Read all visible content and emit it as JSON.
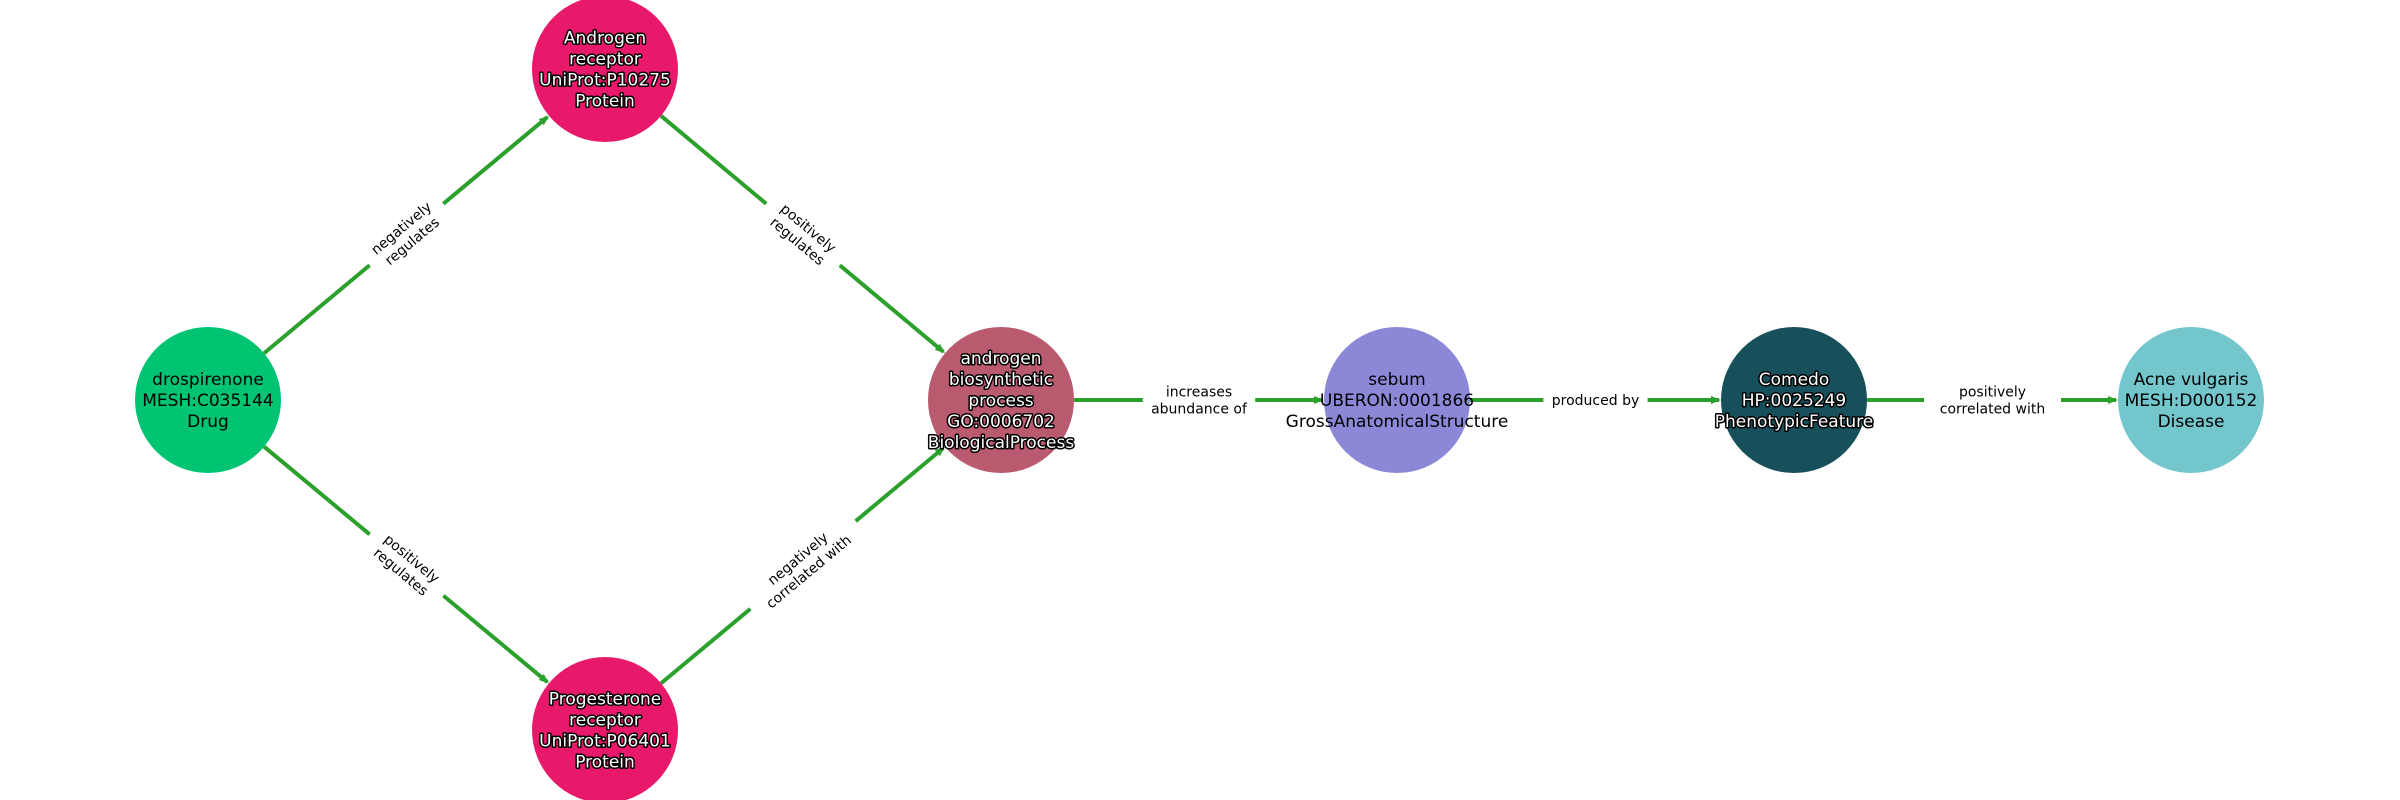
{
  "graph": {
    "edge_color": "#2ca02c",
    "nodes": [
      {
        "id": "drospirenone",
        "lines": [
          "drospirenone",
          "MESH:C035144",
          "Drug"
        ],
        "color": "#00c472",
        "text_style": "plain"
      },
      {
        "id": "ar",
        "lines": [
          "Androgen",
          "receptor",
          "UniProt:P10275",
          "Protein"
        ],
        "color": "#e8196a",
        "text_style": "outlined"
      },
      {
        "id": "pr",
        "lines": [
          "Progesterone",
          "receptor",
          "UniProt:P06401",
          "Protein"
        ],
        "color": "#e8196a",
        "text_style": "outlined"
      },
      {
        "id": "abp",
        "lines": [
          "androgen",
          "biosynthetic",
          "process",
          "GO:0006702",
          "BiologicalProcess"
        ],
        "color": "#b95a6e",
        "text_style": "outlined"
      },
      {
        "id": "sebum",
        "lines": [
          "sebum",
          "UBERON:0001866",
          "GrossAnatomicalStructure"
        ],
        "color": "#8c88d8",
        "text_style": "plain"
      },
      {
        "id": "comedo",
        "lines": [
          "Comedo",
          "HP:0025249",
          "PhenotypicFeature"
        ],
        "color": "#174f5a",
        "text_style": "outlined"
      },
      {
        "id": "acne",
        "lines": [
          "Acne vulgaris",
          "MESH:D000152",
          "Disease"
        ],
        "color": "#72c6cc",
        "text_style": "plain"
      }
    ],
    "edges": [
      {
        "source": "drospirenone",
        "target": "ar",
        "lines": [
          "negatively",
          "regulates"
        ]
      },
      {
        "source": "drospirenone",
        "target": "pr",
        "lines": [
          "positively",
          "regulates"
        ]
      },
      {
        "source": "ar",
        "target": "abp",
        "lines": [
          "positively",
          "regulates"
        ]
      },
      {
        "source": "pr",
        "target": "abp",
        "lines": [
          "negatively",
          "correlated with"
        ]
      },
      {
        "source": "abp",
        "target": "sebum",
        "lines": [
          "increases",
          "abundance of"
        ]
      },
      {
        "source": "sebum",
        "target": "comedo",
        "lines": [
          "produced by"
        ]
      },
      {
        "source": "comedo",
        "target": "acne",
        "lines": [
          "positively",
          "correlated with"
        ]
      }
    ]
  }
}
